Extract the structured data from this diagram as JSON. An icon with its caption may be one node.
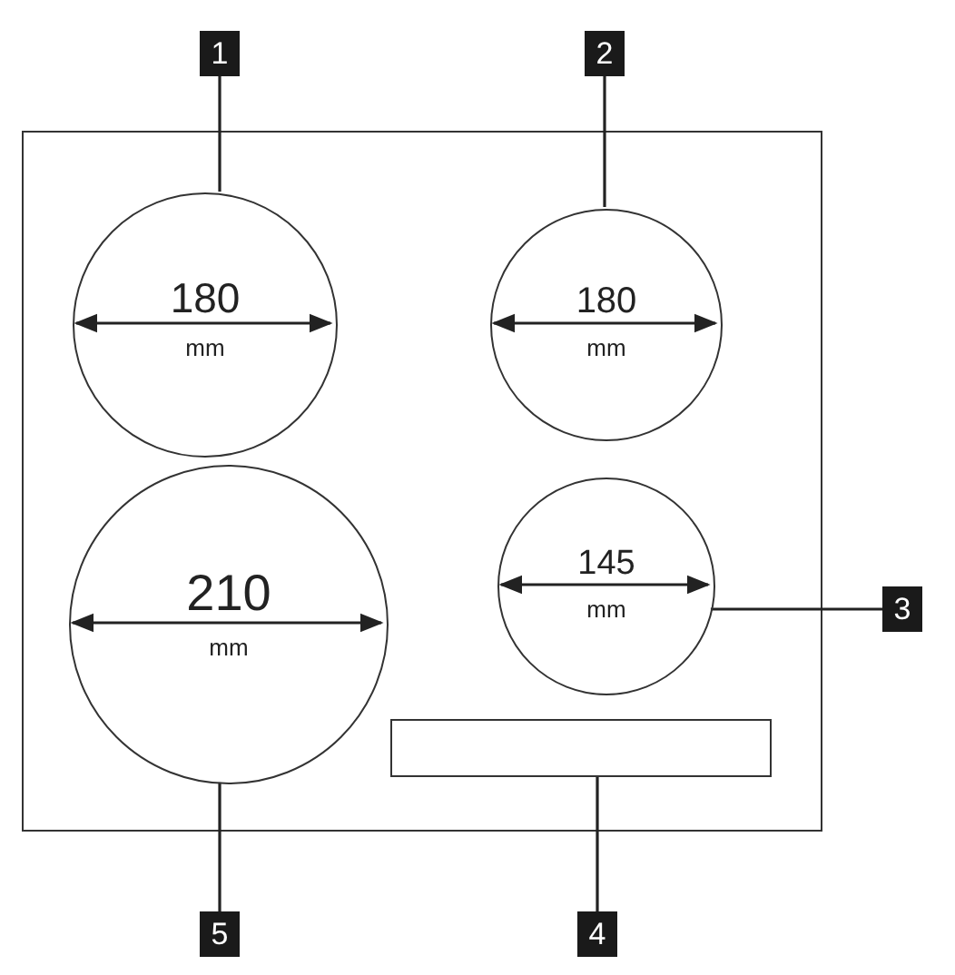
{
  "diagram": {
    "nodes": [
      {
        "text": [
          "1"
        ]
      },
      {
        "text": [
          "2"
        ]
      },
      {
        "text": [],
        "shape": "box"
      },
      {
        "text": [
          "180",
          "mm"
        ],
        "in": 2
      },
      {
        "text": [
          "180",
          "mm"
        ],
        "in": 2
      },
      {
        "text": [
          "210",
          "mm"
        ],
        "in": 2
      },
      {
        "text": [
          "145",
          "mm"
        ],
        "in": 2
      },
      {
        "text": [],
        "shape": "bar",
        "in": 2
      },
      {
        "text": [
          "3"
        ]
      },
      {
        "text": [
          "5"
        ]
      },
      {
        "text": [
          "4"
        ]
      }
    ],
    "edges": [
      {
        "from": 0,
        "to": 3,
        "arrow": "none"
      },
      {
        "from": 1,
        "to": 4,
        "arrow": "none"
      },
      {
        "from": 8,
        "to": 6,
        "arrow": "none"
      },
      {
        "from": 9,
        "to": 5,
        "arrow": "none"
      },
      {
        "from": 10,
        "to": 7,
        "arrow": "none"
      }
    ]
  }
}
